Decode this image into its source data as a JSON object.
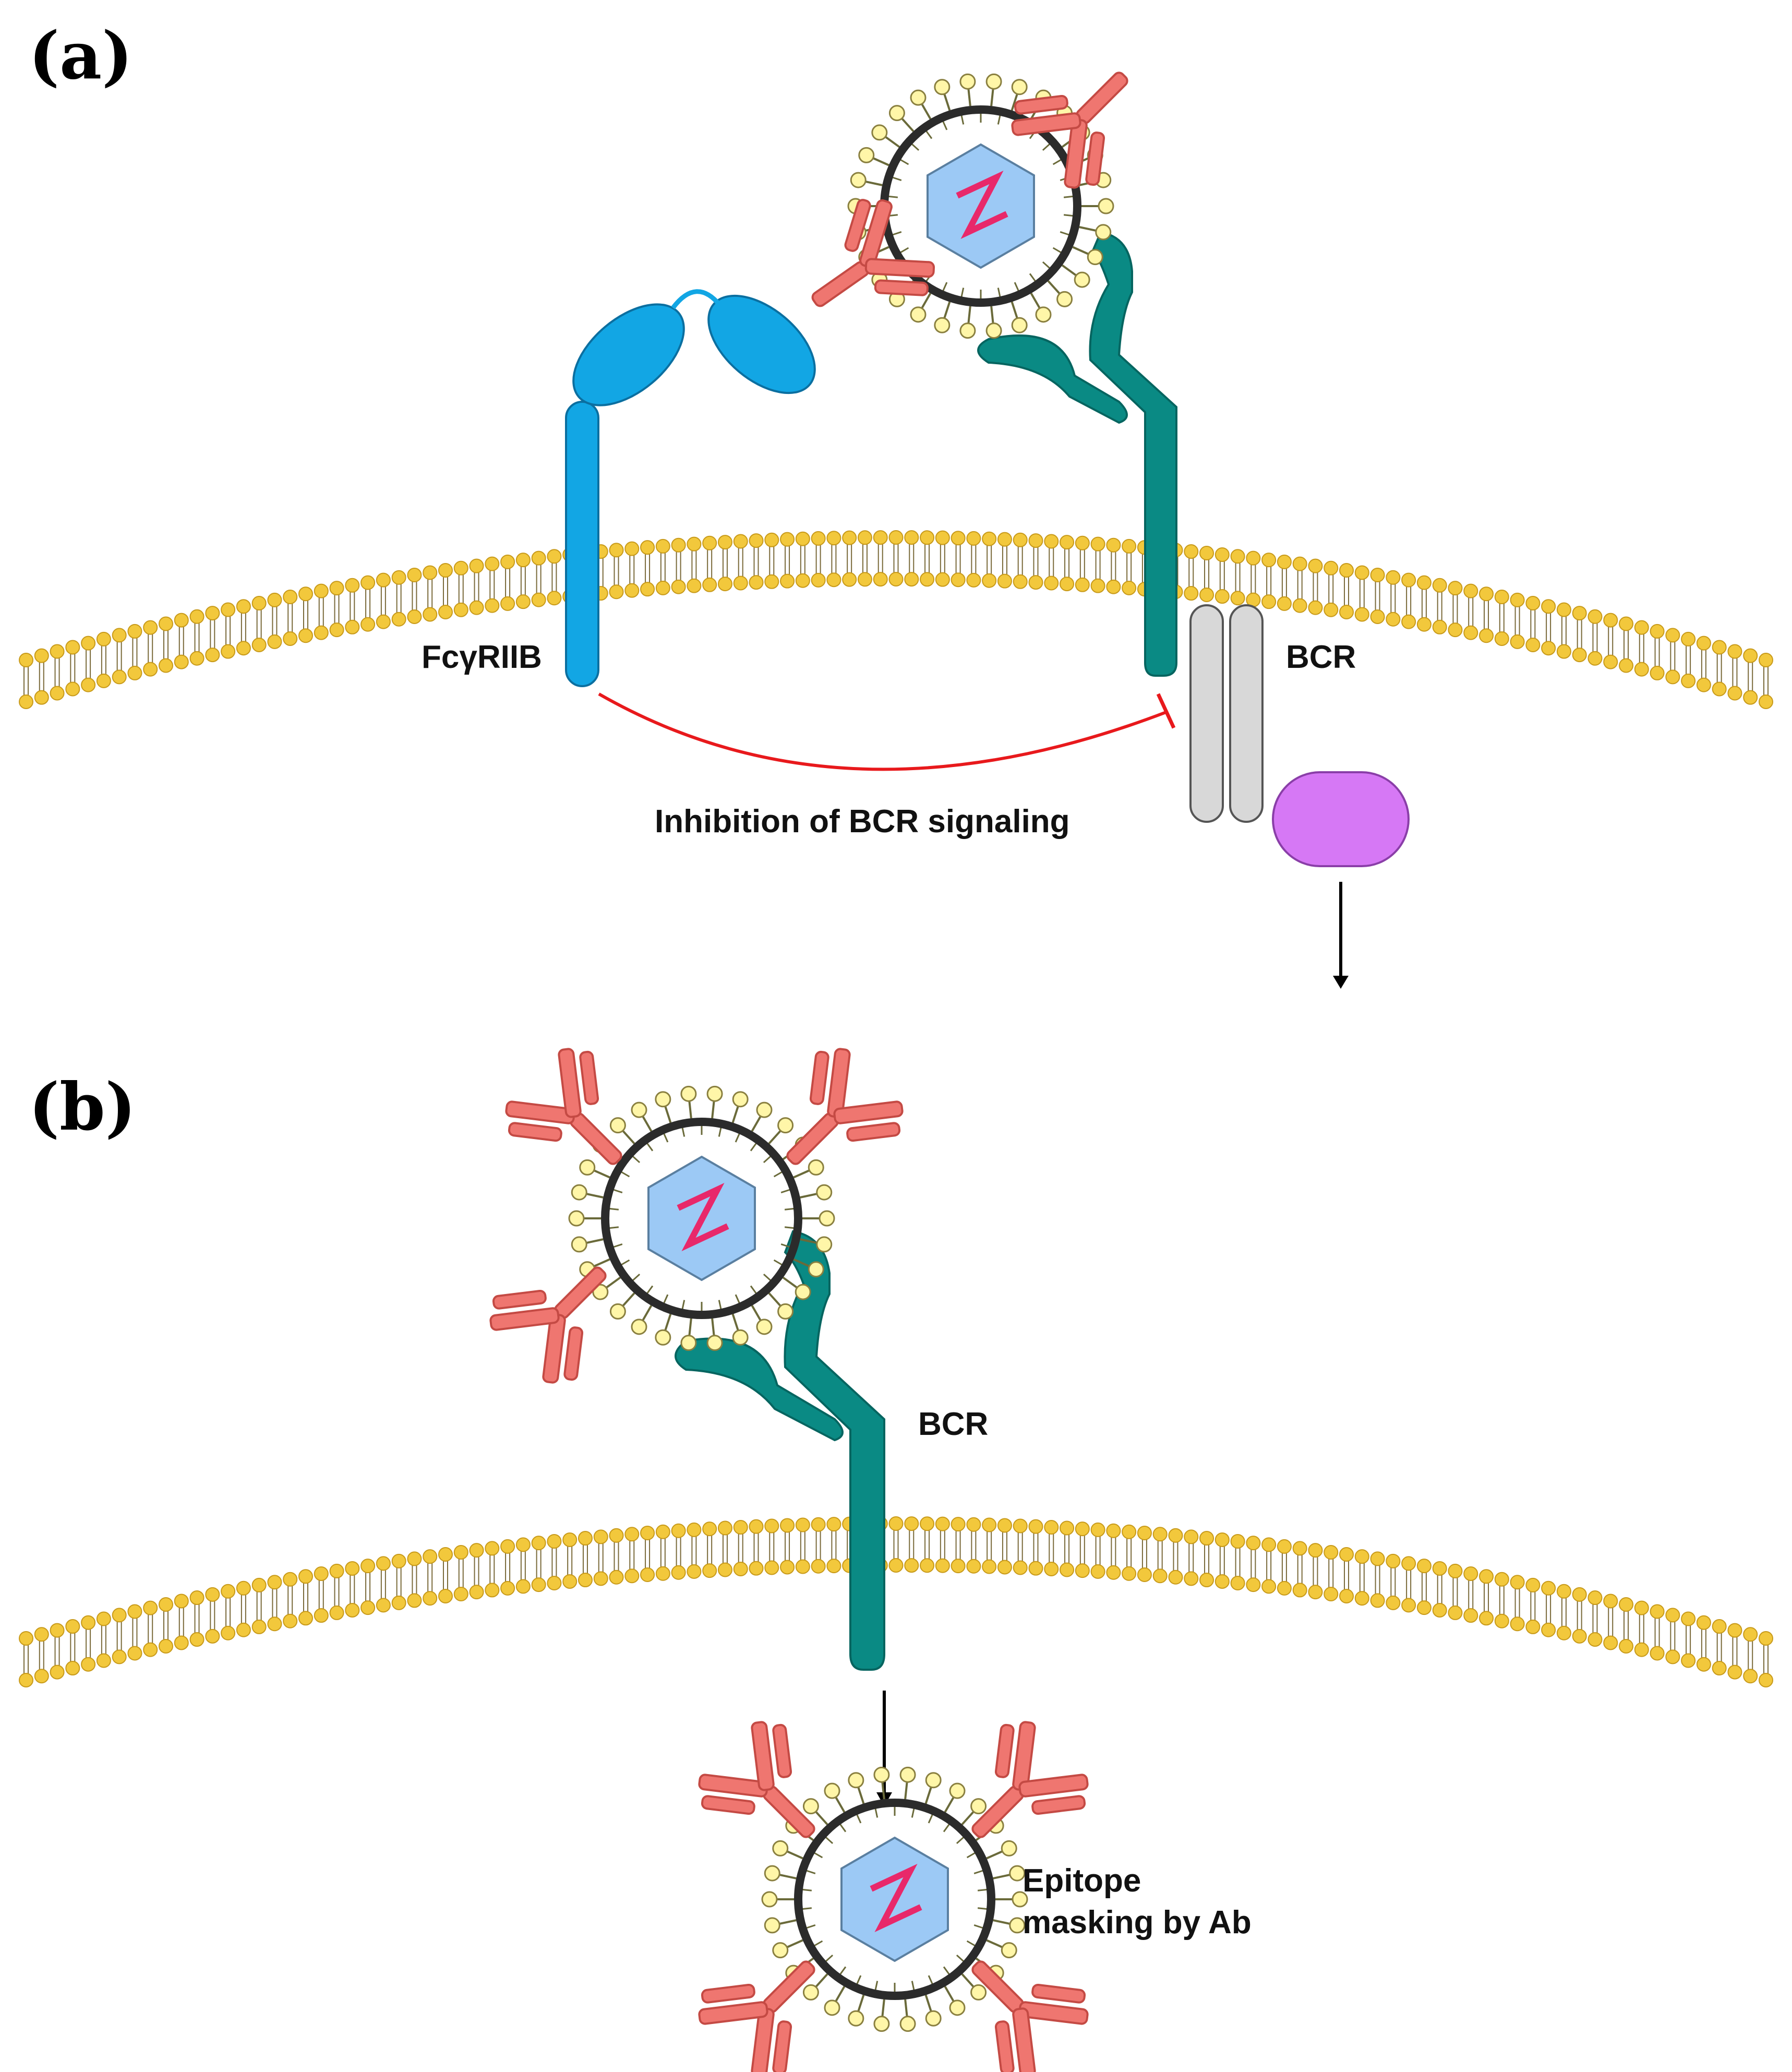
{
  "panels": {
    "a": {
      "label": "(a)",
      "fcgr_label": "FcγRIIB",
      "bcr_label": "BCR",
      "inhibition_label": "Inhibition of BCR signaling"
    },
    "b": {
      "label": "(b)",
      "bcr_label": "BCR",
      "epitope_label_line1": "Epitope",
      "epitope_label_line2": "masking by Ab"
    }
  },
  "colors": {
    "lipid_head": "#f2c83c",
    "lipid_head_stroke": "#c89a1a",
    "lipid_tail": "#7a6a3a",
    "bcr": "#0a8a84",
    "fcgr": "#12a6e4",
    "antibody": "#ef7670",
    "antibody_stroke": "#c44a44",
    "virion_capsid": "#9cc9f5",
    "virion_genome": "#e8286a",
    "virion_glyco": "#fff6a8",
    "signaling_grey": "#d8d8d8",
    "kinase": "#d678f5",
    "inhibition_line": "#e8191c"
  },
  "icons": [
    "lipid-bilayer",
    "virion",
    "antibody",
    "bcr-receptor",
    "fcgr-receptor",
    "kinase",
    "arrow"
  ]
}
